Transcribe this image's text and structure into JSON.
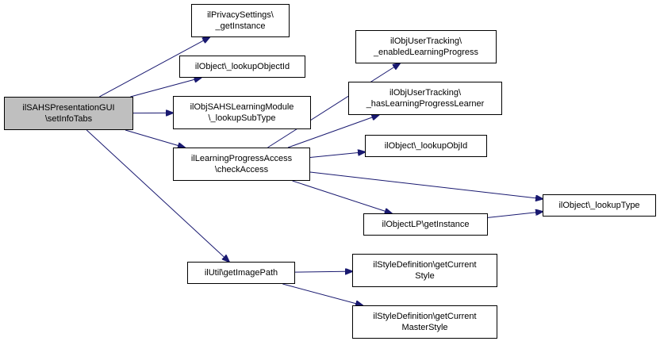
{
  "colors": {
    "edge": "#191970",
    "root_fill": "#bfbfbf",
    "node_fill": "#ffffff",
    "border": "#000000"
  },
  "nodes": {
    "root": {
      "lines": [
        "ilSAHSPresentationGUI",
        "\\setInfoTabs"
      ]
    },
    "privacy": {
      "lines": [
        "ilPrivacySettings\\",
        "_getInstance"
      ]
    },
    "lookupObjectId": {
      "lines": [
        "ilObject\\_lookupObjectId"
      ]
    },
    "lookupSubType": {
      "lines": [
        "ilObjSAHSLearningModule",
        "\\_lookupSubType"
      ]
    },
    "checkAccess": {
      "lines": [
        "ilLearningProgressAccess",
        "\\checkAccess"
      ]
    },
    "getImagePath": {
      "lines": [
        "ilUtil\\getImagePath"
      ]
    },
    "enabledLP": {
      "lines": [
        "ilObjUserTracking\\",
        "_enabledLearningProgress"
      ]
    },
    "hasLPLearner": {
      "lines": [
        "ilObjUserTracking\\",
        "_hasLearningProgressLearner"
      ]
    },
    "lookupObjId": {
      "lines": [
        "ilObject\\_lookupObjId"
      ]
    },
    "lookupType": {
      "lines": [
        "ilObject\\_lookupType"
      ]
    },
    "lpGetInstance": {
      "lines": [
        "ilObjectLP\\getInstance"
      ]
    },
    "currentStyle": {
      "lines": [
        "ilStyleDefinition\\getCurrent",
        "Style"
      ]
    },
    "currentMasterStyle": {
      "lines": [
        "ilStyleDefinition\\getCurrent",
        "MasterStyle"
      ]
    }
  },
  "edges": [
    [
      "root",
      "privacy"
    ],
    [
      "root",
      "lookupObjectId"
    ],
    [
      "root",
      "lookupSubType"
    ],
    [
      "root",
      "checkAccess"
    ],
    [
      "root",
      "getImagePath"
    ],
    [
      "checkAccess",
      "enabledLP"
    ],
    [
      "checkAccess",
      "hasLPLearner"
    ],
    [
      "checkAccess",
      "lookupObjId"
    ],
    [
      "checkAccess",
      "lookupType"
    ],
    [
      "checkAccess",
      "lpGetInstance"
    ],
    [
      "lpGetInstance",
      "lookupType"
    ],
    [
      "getImagePath",
      "currentStyle"
    ],
    [
      "getImagePath",
      "currentMasterStyle"
    ]
  ]
}
